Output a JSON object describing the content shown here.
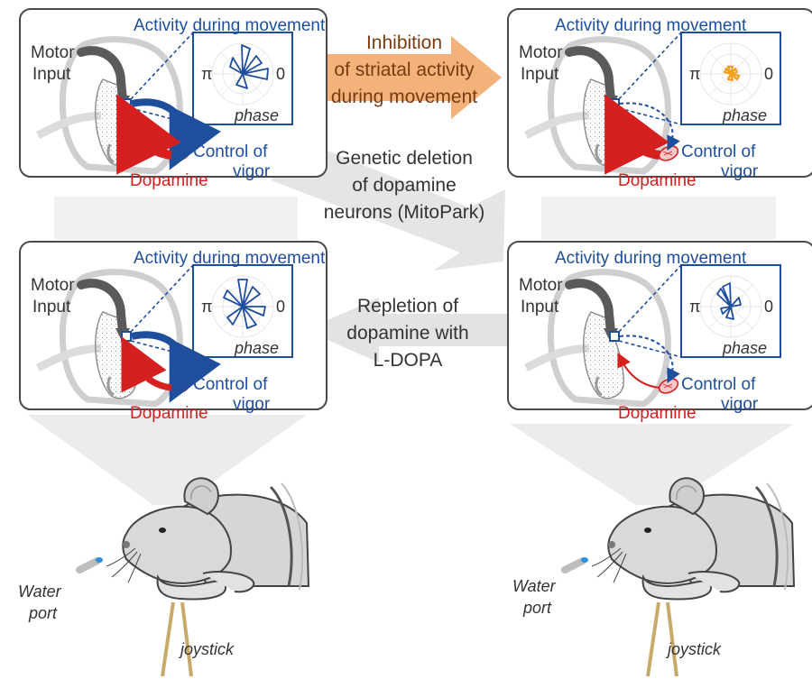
{
  "colors": {
    "blue": "#1f4e9c",
    "red": "#d62020",
    "orange_arrow": "#f2b27a",
    "orange_trace": "#f0a020",
    "gray_arrow": "#e3e3e3",
    "panel_border": "#4a4a4a",
    "cone": "#ececec",
    "joystick": "#c8a96a"
  },
  "icons": {
    "brain": "brain-section-icon",
    "polar": "polar-plot-icon",
    "mouse": "mouse-icon"
  },
  "panels": [
    {
      "title": "Activity during movement",
      "motor_line1": "Motor",
      "motor_line2": "Input",
      "pi": "π",
      "zero": "0",
      "phase": "phase",
      "control_line1": "Control of",
      "control_line2": "vigor",
      "dopamine": "Dopamine"
    },
    {
      "title": "Activity during movement",
      "motor_line1": "Motor",
      "motor_line2": "Input",
      "pi": "π",
      "zero": "0",
      "phase": "phase",
      "control_line1": "Control of",
      "control_line2": "vigor",
      "dopamine": "Dopamine"
    },
    {
      "title": "Activity during movement",
      "motor_line1": "Motor",
      "motor_line2": "Input",
      "pi": "π",
      "zero": "0",
      "phase": "phase",
      "control_line1": "Control of",
      "control_line2": "vigor",
      "dopamine": "Dopamine"
    },
    {
      "title": "Activity during movement",
      "motor_line1": "Motor",
      "motor_line2": "Input",
      "pi": "π",
      "zero": "0",
      "phase": "phase",
      "control_line1": "Control of",
      "control_line2": "vigor",
      "dopamine": "Dopamine"
    }
  ],
  "arrows": {
    "inhibition": [
      "Inhibition",
      "of striatal activity",
      "during movement"
    ],
    "deletion": [
      "Genetic deletion",
      "of dopamine",
      "neurons (MitoPark)"
    ],
    "repletion": [
      "Repletion of",
      "dopamine with",
      "L-DOPA"
    ]
  },
  "mice": [
    {
      "water_line1": "Water",
      "water_line2": "port",
      "joystick": "joystick"
    },
    {
      "water_line1": "Water",
      "water_line2": "port",
      "joystick": "joystick"
    }
  ]
}
